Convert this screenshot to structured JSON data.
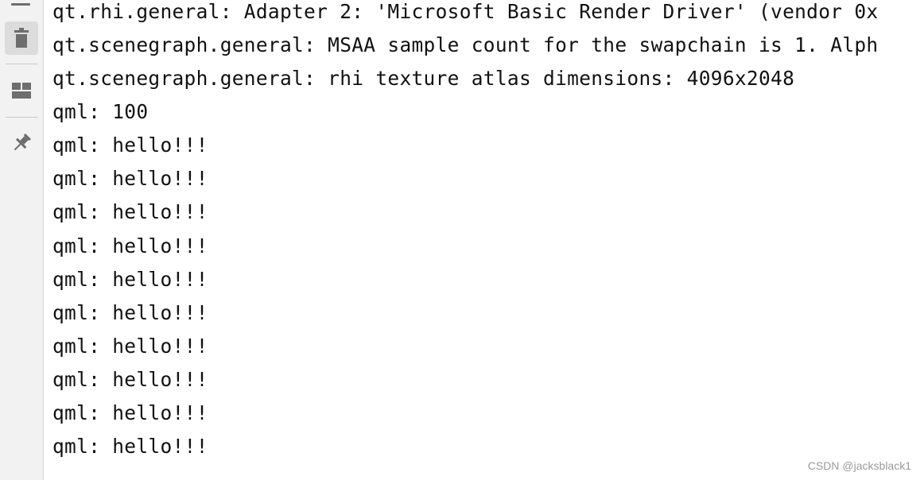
{
  "toolbar": {
    "buttons": [
      {
        "icon": "trash-icon",
        "active": true
      },
      {
        "icon": "layout-icon",
        "active": false
      },
      {
        "icon": "pin-icon",
        "active": false
      }
    ]
  },
  "console": {
    "lines": [
      "qt.rhi.general: Adapter 2: 'Microsoft Basic Render Driver' (vendor 0x",
      "qt.scenegraph.general: MSAA sample count for the swapchain is 1. Alph",
      "qt.scenegraph.general: rhi texture atlas dimensions: 4096x2048",
      "qml: 100",
      "qml: hello!!!",
      "qml: hello!!!",
      "qml: hello!!!",
      "qml: hello!!!",
      "qml: hello!!!",
      "qml: hello!!!",
      "qml: hello!!!",
      "qml: hello!!!",
      "qml: hello!!!",
      "qml: hello!!!"
    ]
  },
  "watermark": "CSDN @jacksblack1",
  "colors": {
    "toolbar_bg": "#f2f2f2",
    "active_button_bg": "#dcdcdc",
    "text": "#111111",
    "icon": "#6e6e6e"
  }
}
